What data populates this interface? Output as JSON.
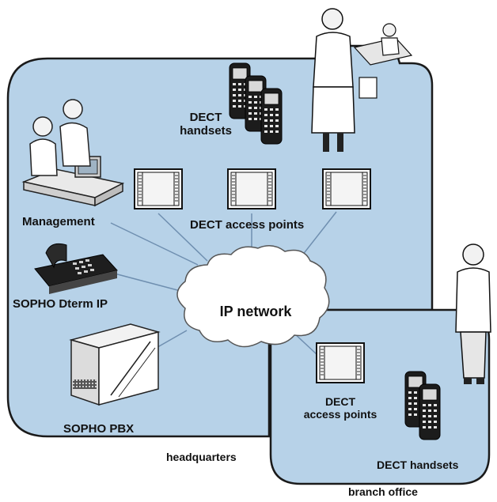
{
  "zones": {
    "headquarters": "headquarters",
    "branch_office": "branch office"
  },
  "network": {
    "label": "IP network"
  },
  "headquarters_devices": {
    "management": "Management",
    "dterm": "SOPHO Dterm IP",
    "pbx": "SOPHO PBX",
    "handsets_line1": "DECT",
    "handsets_line2": "handsets",
    "access_points": "DECT access points"
  },
  "branch_devices": {
    "access_points_line1": "DECT",
    "access_points_line2": "access points",
    "handsets": "DECT handsets"
  },
  "colors": {
    "zone_fill": "#b7d2e8",
    "zone_stroke": "#1a1a1a",
    "cloud_fill": "#ffffff",
    "link_color": "#6f8fb0"
  }
}
